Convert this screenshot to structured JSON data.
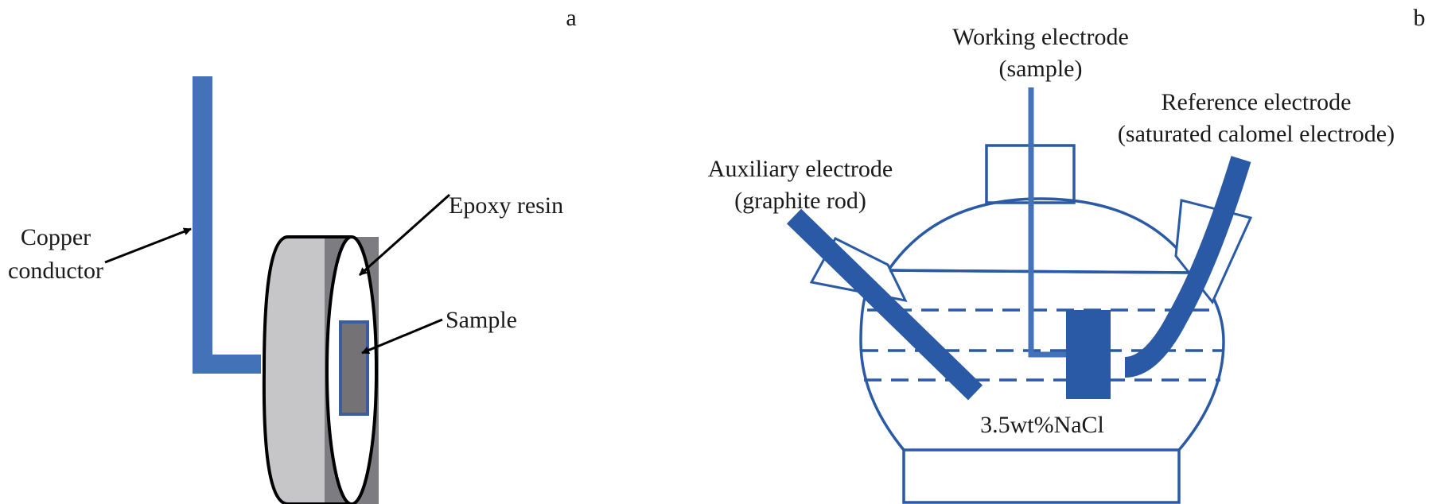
{
  "panels": {
    "a": {
      "letter": "a",
      "labels": {
        "copper_line1": "Copper",
        "copper_line2": "conductor",
        "epoxy": "Epoxy resin",
        "sample": "Sample"
      }
    },
    "b": {
      "letter": "b",
      "labels": {
        "working_line1": "Working electrode",
        "working_line2": "(sample)",
        "reference_line1": "Reference electrode",
        "reference_line2": "(saturated calomel electrode)",
        "auxiliary_line1": "Auxiliary electrode",
        "auxiliary_line2": "(graphite rod)",
        "electrolyte": "3.5wt%NaCl"
      }
    }
  },
  "colors": {
    "copper_blue": "#4472b8",
    "electrode_blue": "#2a5aa6",
    "outline_blue": "#2a5aa6",
    "disc_side": "#c6c6c8",
    "disc_shadow": "#7d7c80",
    "sample_fill": "#747275"
  }
}
